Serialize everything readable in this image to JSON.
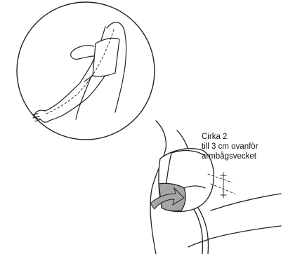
{
  "annotation": {
    "lines": [
      "Cirka 2",
      "till 3 cm ovanför",
      "armbågsvecket"
    ]
  },
  "colors": {
    "ink": "#222222",
    "gray_fill": "#a6a6a6",
    "light_fill": "#e6e6e6",
    "background": "#ffffff"
  },
  "icons": [
    "arm-with-cuff-detail",
    "upper-arm-cuff-placement",
    "tube-arrow"
  ]
}
